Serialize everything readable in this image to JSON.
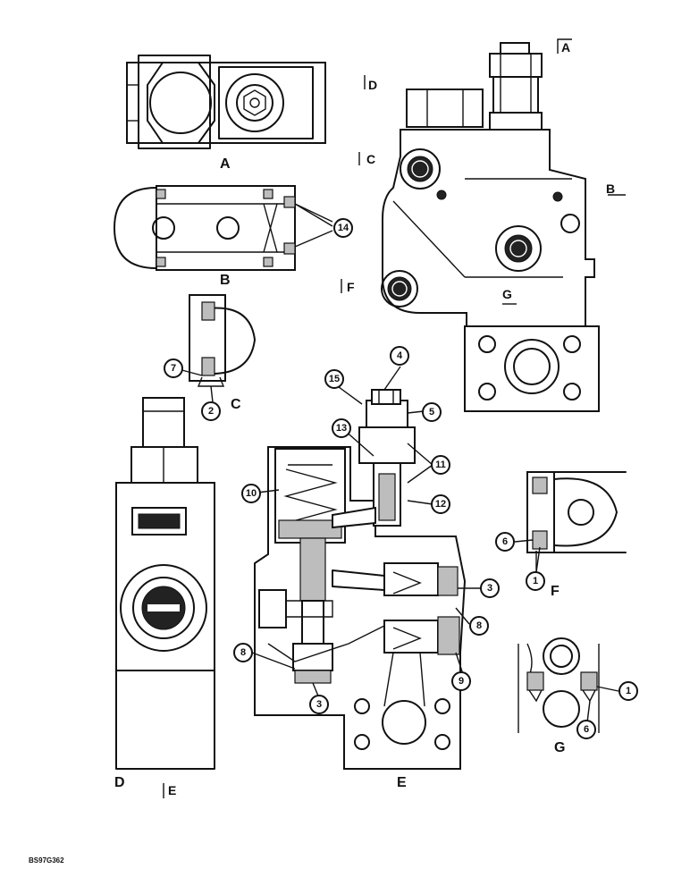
{
  "views": {
    "A": "A",
    "B": "B",
    "C": "C",
    "D": "D",
    "E": "E",
    "F": "F",
    "G": "G"
  },
  "section_marks": {
    "A": "A",
    "B": "B",
    "C": "C",
    "D": "D",
    "E": "E",
    "F": "F",
    "G": "G"
  },
  "callouts": {
    "c1a": "1",
    "c1b": "1",
    "c2": "2",
    "c3a": "3",
    "c3b": "3",
    "c4": "4",
    "c5": "5",
    "c6a": "6",
    "c6b": "6",
    "c7": "7",
    "c8a": "8",
    "c8b": "8",
    "c9": "9",
    "c10": "10",
    "c11": "11",
    "c12": "12",
    "c13": "13",
    "c14": "14",
    "c15": "15"
  },
  "figure_code": "BS97G362"
}
